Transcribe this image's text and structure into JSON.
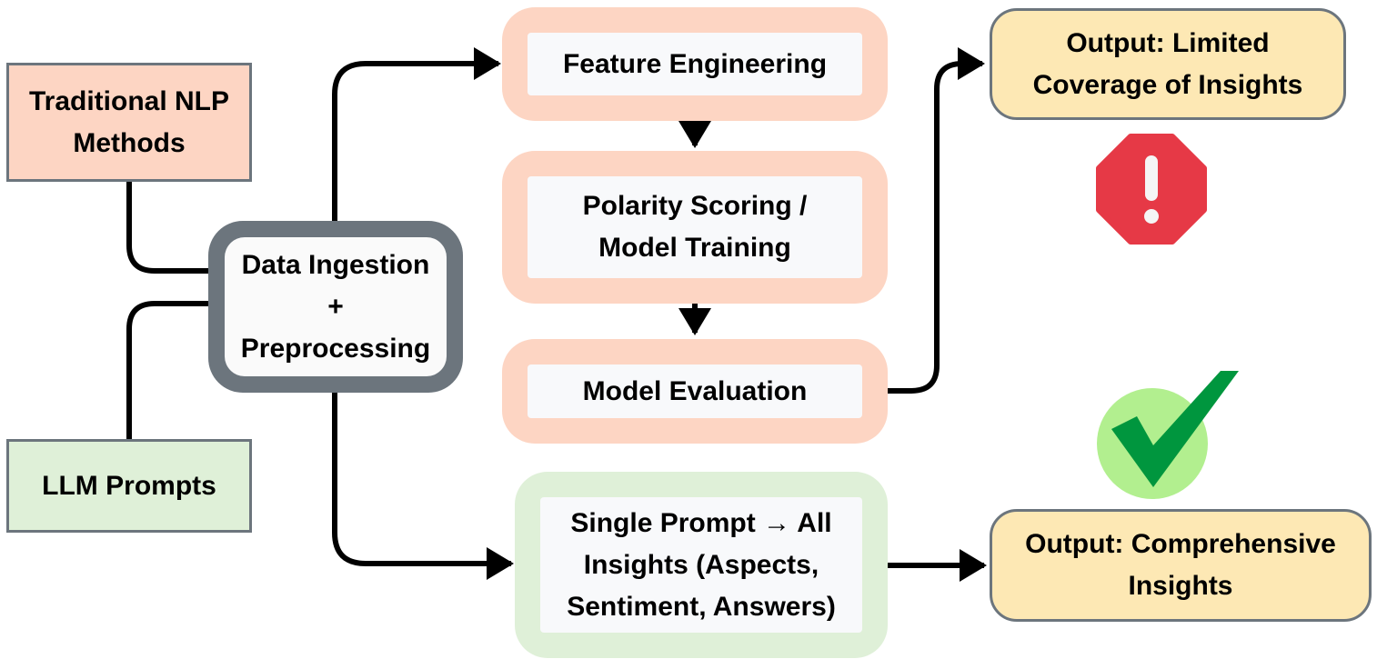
{
  "sources": {
    "traditional": "Traditional NLP\nMethods",
    "llm": "LLM Prompts"
  },
  "ingestion": "Data Ingestion\n+\nPreprocessing",
  "pipeline": {
    "feature_engineering": "Feature Engineering",
    "polarity_scoring": "Polarity Scoring /\nModel Training",
    "model_evaluation": "Model Evaluation"
  },
  "llm_stage": "Single Prompt → All\nInsights (Aspects,\nSentiment, Answers)",
  "outputs": {
    "limited": "Output: Limited\nCoverage of Insights",
    "comprehensive": "Output: Comprehensive\nInsights"
  },
  "icons": {
    "warning": "exclamation-stop-icon",
    "success": "checkmark-icon"
  },
  "colors": {
    "traditional_fill": "#fdd5c3",
    "llm_fill": "#dff0d8",
    "output_fill": "#fde8b4",
    "border_gray": "#6c757d",
    "warning_red": "#e63946",
    "check_green": "#00963e",
    "check_circle": "#b2ef8f"
  }
}
